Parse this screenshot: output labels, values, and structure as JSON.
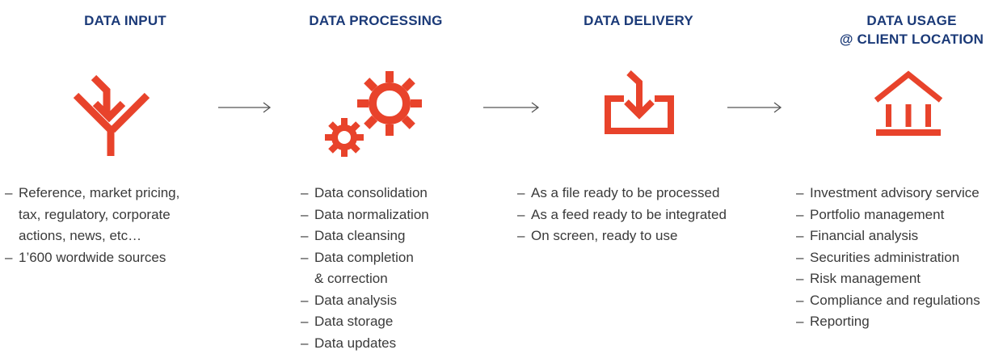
{
  "columns": [
    {
      "title_lines": [
        "DATA INPUT"
      ],
      "icon": "funnel-arrow-icon",
      "items": [
        {
          "text": "Reference, market pricing,",
          "continuation": false
        },
        {
          "text": "tax, regulatory, corporate",
          "continuation": true
        },
        {
          "text": "actions, news, etc…",
          "continuation": true
        },
        {
          "text": "1’600 wordwide sources",
          "continuation": false
        }
      ]
    },
    {
      "title_lines": [
        "DATA PROCESSING"
      ],
      "icon": "gears-icon",
      "items": [
        {
          "text": "Data consolidation",
          "continuation": false
        },
        {
          "text": "Data normalization",
          "continuation": false
        },
        {
          "text": "Data cleansing",
          "continuation": false
        },
        {
          "text": "Data completion",
          "continuation": false
        },
        {
          "text": "& correction",
          "continuation": true
        },
        {
          "text": "Data analysis",
          "continuation": false
        },
        {
          "text": "Data storage",
          "continuation": false
        },
        {
          "text": "Data updates",
          "continuation": false
        }
      ]
    },
    {
      "title_lines": [
        "DATA DELIVERY"
      ],
      "icon": "download-tray-icon",
      "items": [
        {
          "text": "As a file ready to be processed",
          "continuation": false
        },
        {
          "text": "As a feed ready to be integrated",
          "continuation": false
        },
        {
          "text": "On screen, ready to use",
          "continuation": false
        }
      ]
    },
    {
      "title_lines": [
        "DATA USAGE",
        "@ CLIENT LOCATION"
      ],
      "icon": "bank-building-icon",
      "items": [
        {
          "text": "Investment advisory service",
          "continuation": false
        },
        {
          "text": "Portfolio management",
          "continuation": false
        },
        {
          "text": "Financial analysis",
          "continuation": false
        },
        {
          "text": "Securities administration",
          "continuation": false
        },
        {
          "text": "Risk management",
          "continuation": false
        },
        {
          "text": "Compliance and regulations",
          "continuation": false
        },
        {
          "text": "Reporting",
          "continuation": false
        }
      ]
    }
  ],
  "bullet": "–",
  "colors": {
    "title": "#1b3a78",
    "icon": "#e8432b",
    "text": "#3a3a3a",
    "arrow": "#555555"
  }
}
